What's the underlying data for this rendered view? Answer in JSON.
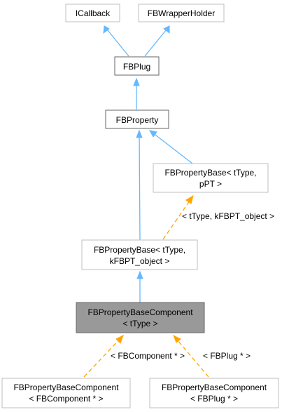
{
  "nodes": {
    "icallback": {
      "lines": [
        "ICallback"
      ]
    },
    "fbwrapperholder": {
      "lines": [
        "FBWrapperHolder"
      ]
    },
    "fbplug": {
      "lines": [
        "FBPlug"
      ]
    },
    "fbproperty": {
      "lines": [
        "FBProperty"
      ]
    },
    "fbpropertybase_ppt": {
      "lines": [
        "FBPropertyBase< tType,",
        "pPT >"
      ]
    },
    "fbpropertybase_kfbpt": {
      "lines": [
        "FBPropertyBase< tType,",
        "kFBPT_object >"
      ]
    },
    "fbpropertybasecomponent": {
      "lines": [
        "FBPropertyBaseComponent",
        "< tType >"
      ]
    },
    "fbpbc_fbcomponent": {
      "lines": [
        "FBPropertyBaseComponent",
        "< FBComponent * >"
      ]
    },
    "fbpbc_fbplug": {
      "lines": [
        "FBPropertyBaseComponent",
        "< FBPlug * >"
      ]
    }
  },
  "edge_labels": {
    "ppt_to_kfbpt": "< tType, kFBPT_object >",
    "to_fbcomponent": "< FBComponent * >",
    "to_fbplug": "< FBPlug * >"
  },
  "colors": {
    "inheritance": "#63b8ff",
    "template": "#ffa500",
    "focus_fill": "#999999"
  }
}
